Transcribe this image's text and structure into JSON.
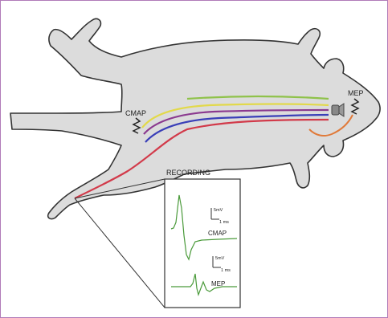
{
  "labels": {
    "cmap_site": "CMAP",
    "mep_site": "MEP",
    "recording_title": "RECORDING",
    "trace_top_label": "CMAP",
    "trace_bottom_label": "MEP",
    "scale_bar_1_v": "5mV",
    "scale_bar_1_t": "1 ms",
    "scale_bar_2_v": "5mV",
    "scale_bar_2_t": "1 ms"
  },
  "colors": {
    "frame_border": "#b07bb8",
    "body_fill": "#dcdcdc",
    "body_outline": "#333333",
    "pathway_green": "#8fc24a",
    "pathway_yellow": "#e2d94a",
    "pathway_purple": "#8b3a8f",
    "pathway_blue": "#3a3fb8",
    "pathway_red": "#d23a4a",
    "cortical_orange": "#e07a3a",
    "trace_green": "#4a9a3a"
  },
  "icons": {
    "stimulus": "zigzag-electrode-icon",
    "coil": "magnetic-coil-icon"
  }
}
